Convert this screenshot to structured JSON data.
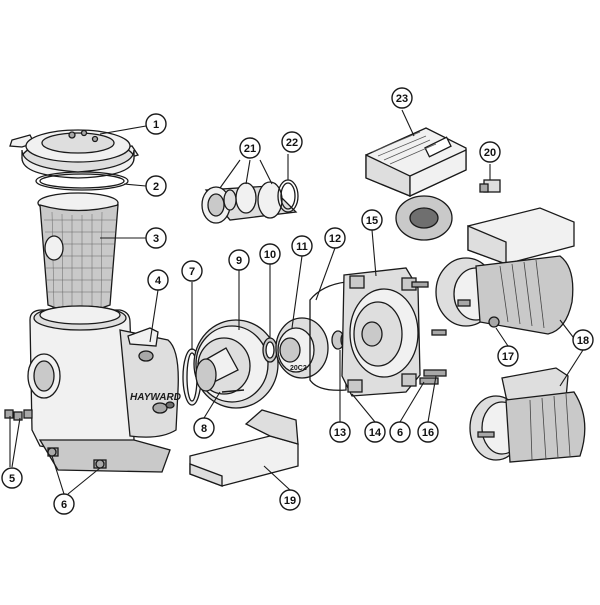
{
  "brand_text": "HAYWARD",
  "impeller_text": "20C2",
  "callouts": [
    "1",
    "2",
    "3",
    "4",
    "5",
    "6",
    "7",
    "8",
    "9",
    "10",
    "11",
    "12",
    "13",
    "14",
    "15",
    "16",
    "17",
    "18",
    "19",
    "20",
    "21",
    "22",
    "23"
  ]
}
